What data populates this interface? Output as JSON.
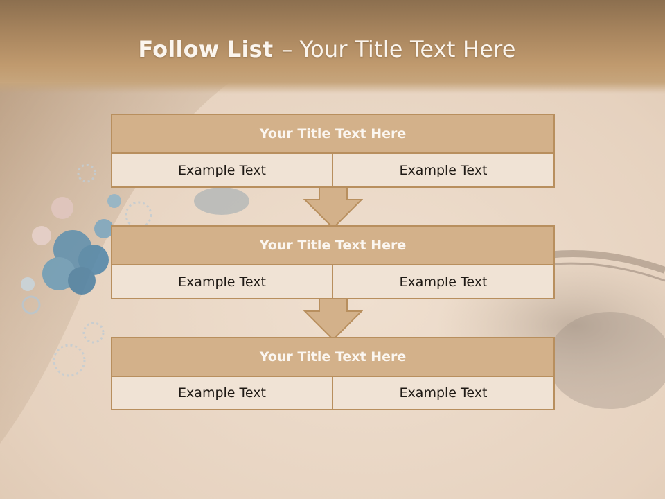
{
  "title": {
    "bold": "Follow List",
    "separator": "–",
    "rest": "Your Title Text Here"
  },
  "steps": [
    {
      "title": "Your Title Text Here",
      "left": "Example Text",
      "right": "Example Text"
    },
    {
      "title": "Your Title Text Here",
      "left": "Example Text",
      "right": "Example Text"
    },
    {
      "title": "Your Title Text Here",
      "left": "Example Text",
      "right": "Example Text"
    }
  ],
  "colors": {
    "header": "#a8855e",
    "step_title_fill": "#d3b18a",
    "step_border": "#b88f5e",
    "cell_fill": "#f0e3d5",
    "arrow_fill": "#d3b18a"
  },
  "background_image": "close-up-eye-with-jewelled-hair-clip"
}
